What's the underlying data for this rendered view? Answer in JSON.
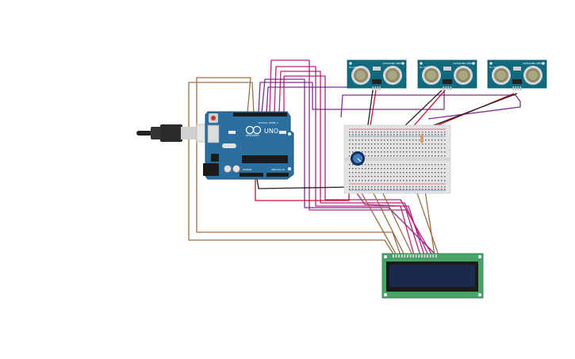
{
  "arduino": {
    "board_name": "UNO",
    "brand": "ARDUINO",
    "digital_label": "DIGITAL (PWM~)",
    "power_label": "POWER",
    "analog_label": "ANALOG IN"
  },
  "sensors": [
    {
      "model": "HC-SR04",
      "caption": "ULTRASONIC SENSOR"
    },
    {
      "model": "HC-SR04",
      "caption": "ULTRASONIC SENSOR"
    },
    {
      "model": "HC-SR04",
      "caption": "ULTRASONIC SENSOR"
    }
  ],
  "lcd": {
    "text": ""
  },
  "colors": {
    "arduino": "#2a6fa0",
    "sensor": "#116a7f",
    "lcd_board": "#49a267",
    "lcd_screen": "#1a2a4b",
    "wire_magenta": "#b5247c",
    "wire_purple": "#7c2d8f",
    "wire_brown": "#9a7048",
    "wire_red": "#c8102e",
    "wire_black": "#222222"
  },
  "icons": {
    "potentiometer": "potentiometer-icon",
    "usb": "usb-cable-icon",
    "ultrasonic": "ultrasonic-sensor-icon"
  }
}
